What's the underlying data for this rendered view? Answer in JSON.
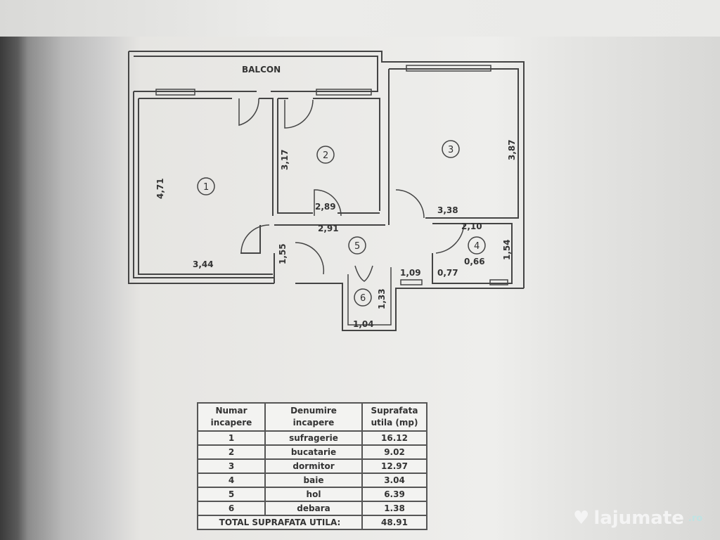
{
  "plan": {
    "balcony_label": "BALCON",
    "rooms": [
      {
        "number": "1",
        "width": "3,44",
        "length": "4,71"
      },
      {
        "number": "2",
        "width": "2,89",
        "length": "3,17"
      },
      {
        "number": "3",
        "width": "3,38",
        "length": "3,87"
      },
      {
        "number": "4",
        "width": "2,10",
        "length": "1,54",
        "extra": [
          "0,66",
          "0,77"
        ]
      },
      {
        "number": "5",
        "width": "2,91",
        "length": "1,55",
        "extra": [
          "1,09"
        ]
      },
      {
        "number": "6",
        "width": "1,04",
        "length": "1,33"
      }
    ]
  },
  "table": {
    "headers": [
      "Numar incapere",
      "Denumire incapere",
      "Suprafata utila (mp)"
    ],
    "rows": [
      [
        "1",
        "sufragerie",
        "16.12"
      ],
      [
        "2",
        "bucatarie",
        "9.02"
      ],
      [
        "3",
        "dormitor",
        "12.97"
      ],
      [
        "4",
        "baie",
        "3.04"
      ],
      [
        "5",
        "hol",
        "6.39"
      ],
      [
        "6",
        "debara",
        "1.38"
      ]
    ],
    "total_label": "TOTAL SUPRAFATA UTILA:",
    "total_value": "48.91"
  },
  "watermark": {
    "brand": "lajumate",
    "tld": ".ro"
  }
}
